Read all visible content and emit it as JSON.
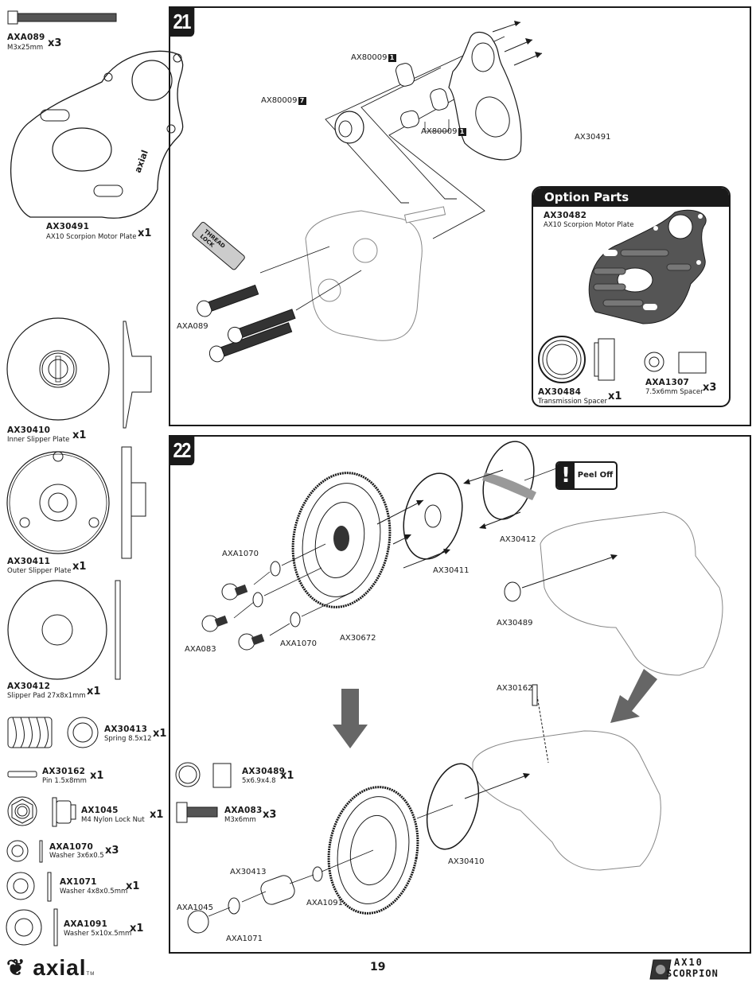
{
  "page": {
    "page_number": "19",
    "brand_logo": "axial",
    "brand_tm": "TM",
    "product_logo_line1": "AX10",
    "product_logo_line2": "SCORPION"
  },
  "parts_list": [
    {
      "part_no": "AXA089",
      "desc": "M3x25mm",
      "qty": "x3",
      "icon": "cap-screw-long-icon"
    },
    {
      "part_no": "AX30491",
      "desc": "AX10 Scorpion Motor Plate",
      "qty": "x1",
      "icon": "motor-plate-icon"
    },
    {
      "part_no": "AX30410",
      "desc": "Inner Slipper Plate",
      "qty": "x1",
      "icon": "inner-slipper-plate-icon"
    },
    {
      "part_no": "AX30411",
      "desc": "Outer Slipper Plate",
      "qty": "x1",
      "icon": "outer-slipper-plate-icon"
    },
    {
      "part_no": "AX30412",
      "desc": "Slipper Pad 27x8x1mm",
      "qty": "x1",
      "icon": "slipper-pad-icon"
    },
    {
      "part_no": "AX30413",
      "desc": "Spring 8.5x12",
      "qty": "x1",
      "icon": "spring-icon"
    },
    {
      "part_no": "AX30162",
      "desc": "Pin 1.5x8mm",
      "qty": "x1",
      "icon": "pin-icon"
    },
    {
      "part_no": "AX1045",
      "desc": "M4 Nylon Lock Nut",
      "qty": "x1",
      "icon": "lock-nut-icon"
    },
    {
      "part_no": "AXA1070",
      "desc": "Washer 3x6x0.5",
      "qty": "x3",
      "icon": "washer-icon"
    },
    {
      "part_no": "AX1071",
      "desc": "Washer 4x8x0.5mm",
      "qty": "x1",
      "icon": "washer-icon"
    },
    {
      "part_no": "AXA1091",
      "desc": "Washer 5x10x.5mm",
      "qty": "x1",
      "icon": "washer-icon"
    },
    {
      "part_no": "AX30489",
      "desc": "5x6.9x4.8",
      "qty": "x1",
      "icon": "spacer-icon"
    },
    {
      "part_no": "AXA083",
      "desc": "M3x6mm",
      "qty": "x3",
      "icon": "cap-screw-short-icon"
    }
  ],
  "step21": {
    "number": "21",
    "callouts": {
      "bearing_top": "AX80009",
      "bearing_top_idx": "1",
      "bearing_large": "AX80009",
      "bearing_large_idx": "7",
      "bearing_pair": "AX80009",
      "bearing_pair_idx": "1",
      "motor_plate": "AX30491",
      "screws": "AXA089",
      "thread_lock": "THREAD LOCK"
    },
    "option_parts": {
      "title": "Option Parts",
      "items": [
        {
          "part_no": "AX30482",
          "desc": "AX10 Scorpion Motor Plate",
          "qty": ""
        },
        {
          "part_no": "AX30484",
          "desc": "Transmission Spacer",
          "qty": "x1"
        },
        {
          "part_no": "AXA1307",
          "desc": "7.5x6mm Spacer",
          "qty": "x3"
        }
      ]
    }
  },
  "step22": {
    "number": "22",
    "peel_off": "Peel Off",
    "callouts": {
      "washer_top": "AXA1070",
      "screws": "AXA083",
      "washer_bottom": "AXA1070",
      "spur_gear": "AX30672",
      "outer_plate": "AX30411",
      "pad": "AX30412",
      "spacer": "AX30489",
      "pin": "AX30162",
      "inner_plate": "AX30410",
      "spring": "AX30413",
      "nut": "AXA1045",
      "washer_small": "AXA1071",
      "washer_large": "AXA1091"
    }
  }
}
